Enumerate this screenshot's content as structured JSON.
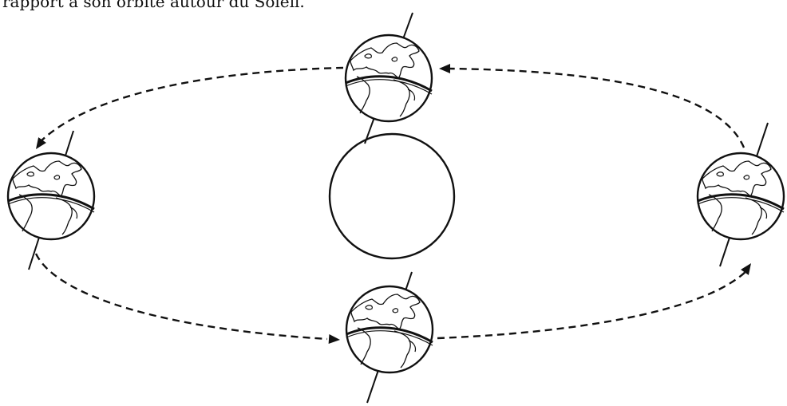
{
  "caption": "rapport à son orbite autour du Soleil.",
  "colors": {
    "stroke": "#111111",
    "background": "#ffffff"
  },
  "diagram": {
    "center_body": "sun",
    "orbit_style": "dashed",
    "earth_positions": [
      "top",
      "left",
      "bottom",
      "right"
    ],
    "icons": [
      "earth-globe-icon",
      "arrowhead-icon"
    ]
  }
}
